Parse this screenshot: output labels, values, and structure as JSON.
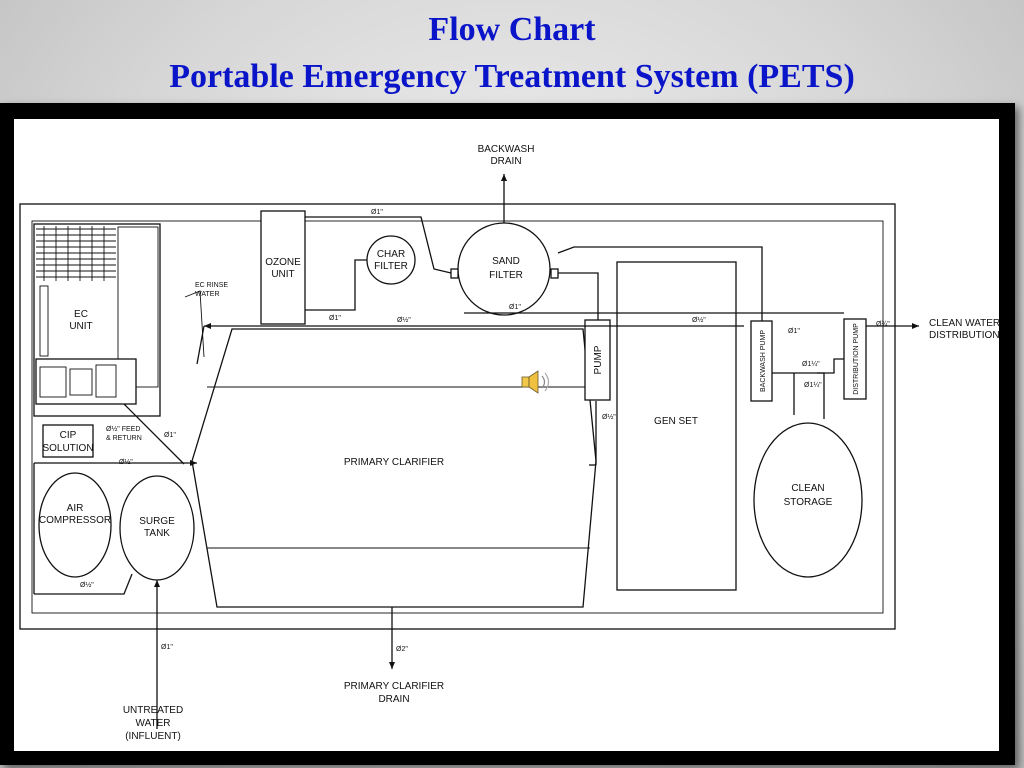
{
  "title": {
    "line1": "Flow Chart",
    "line2": "Portable Emergency Treatment System (PETS)"
  },
  "diagram": {
    "backwash_drain": [
      "BACKWASH",
      "DRAIN"
    ],
    "ozone_unit": [
      "OZONE",
      "UNIT"
    ],
    "char_filter": [
      "CHAR",
      "FILTER"
    ],
    "sand_filter": [
      "SAND",
      "FILTER"
    ],
    "ec_unit": [
      "EC",
      "UNIT"
    ],
    "ec_rinse_water": [
      "EC RINSE",
      "WATER"
    ],
    "cip_solution": [
      "CIP",
      "SOLUTION"
    ],
    "feed_return": [
      "Ø½\" FEED",
      "& RETURN"
    ],
    "air_compressor": [
      "AIR",
      "COMPRESSOR"
    ],
    "surge_tank": [
      "SURGE",
      "TANK"
    ],
    "primary_clarifier": "PRIMARY CLARIFIER",
    "pump": "PUMP",
    "gen_set": "GEN SET",
    "backwash_pump": "BACKWASH PUMP",
    "distribution_pump": "DISTRIBUTION PUMP",
    "clean_storage": [
      "CLEAN",
      "STORAGE"
    ],
    "clean_water_distribution": [
      "CLEAN WATER",
      "DISTRIBUTION"
    ],
    "untreated_water": [
      "UNTREATED",
      "WATER",
      "(INFLUENT)"
    ],
    "primary_clarifier_drain": [
      "PRIMARY CLARIFIER",
      "DRAIN"
    ],
    "pipe_sizes": {
      "p1": "Ø1\"",
      "p1_2": "Ø½\"",
      "p3_4": "Ø¾\"",
      "p1_4": "Ø1¼\"",
      "p2": "Ø2\""
    }
  },
  "icons": [
    "speaker-icon"
  ]
}
